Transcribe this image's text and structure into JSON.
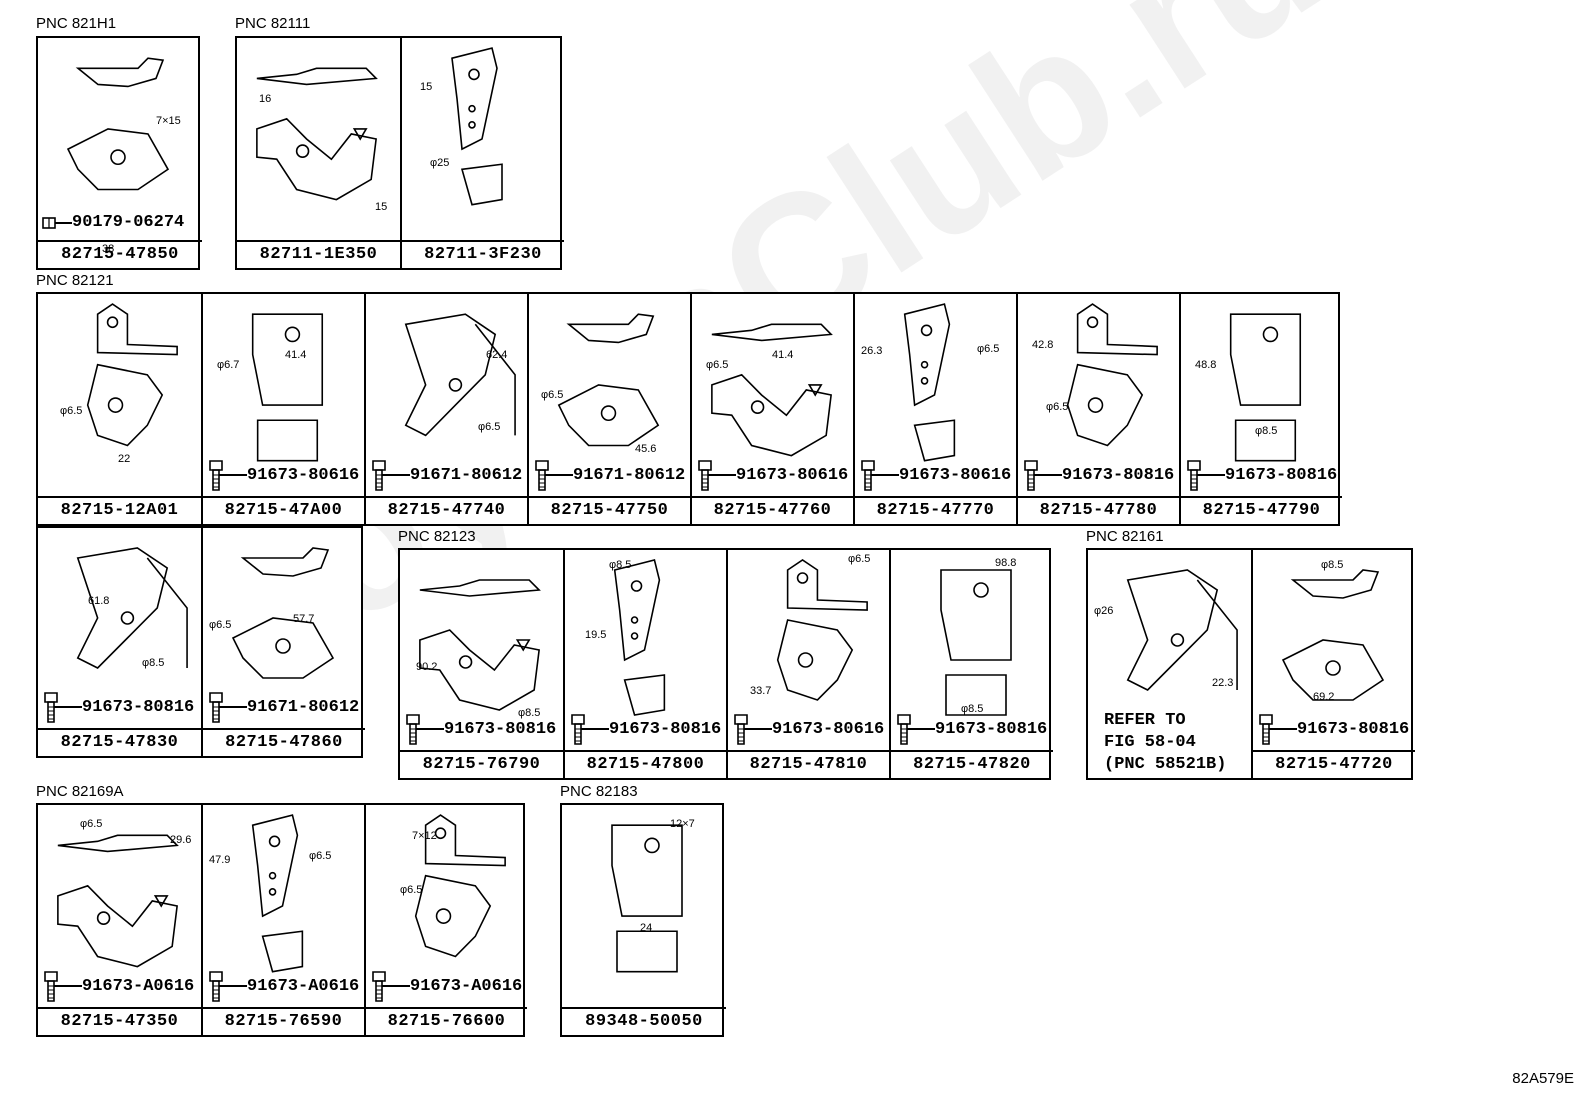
{
  "watermark": "ToyotaClub.ru",
  "figure_code": "82A579E",
  "groups": [
    {
      "id": "g1",
      "pnc": "PNC 821H1",
      "cells": [
        {
          "part": "82715-47850",
          "bolt": "90179-06274",
          "bolt_type": "nut",
          "dims": [
            "7×15",
            "38"
          ]
        }
      ]
    },
    {
      "id": "g2",
      "pnc": "PNC 82111",
      "cells": [
        {
          "part": "82711-1E350",
          "dims": [
            "16",
            "15"
          ]
        },
        {
          "part": "82711-3F230",
          "dims": [
            "15",
            "φ25"
          ]
        }
      ]
    },
    {
      "id": "g3",
      "pnc": "PNC 82121",
      "cells": [
        {
          "part": "82715-12A01",
          "dims": [
            "φ6.5",
            "22"
          ]
        },
        {
          "part": "82715-47A00",
          "bolt": "91673-80616",
          "dims": [
            "φ6.7",
            "41.4"
          ]
        },
        {
          "part": "82715-47740",
          "bolt": "91671-80612",
          "dims": [
            "62.4",
            "φ6.5"
          ]
        },
        {
          "part": "82715-47750",
          "bolt": "91671-80612",
          "dims": [
            "φ6.5",
            "45.6"
          ]
        },
        {
          "part": "82715-47760",
          "bolt": "91673-80616",
          "dims": [
            "φ6.5",
            "41.4"
          ]
        },
        {
          "part": "82715-47770",
          "bolt": "91673-80616",
          "dims": [
            "26.3",
            "φ6.5"
          ]
        },
        {
          "part": "82715-47780",
          "bolt": "91673-80816",
          "dims": [
            "42.8",
            "φ6.5"
          ]
        },
        {
          "part": "82715-47790",
          "bolt": "91673-80816",
          "dims": [
            "48.8",
            "φ8.5"
          ]
        }
      ]
    },
    {
      "id": "g4",
      "pnc": "",
      "cells": [
        {
          "part": "82715-47830",
          "bolt": "91673-80816",
          "dims": [
            "61.8",
            "φ8.5"
          ]
        },
        {
          "part": "82715-47860",
          "bolt": "91671-80612",
          "dims": [
            "φ6.5",
            "57.7"
          ]
        }
      ]
    },
    {
      "id": "g5",
      "pnc": "PNC 82123",
      "cells": [
        {
          "part": "82715-76790",
          "bolt": "91673-80816",
          "dims": [
            "90.2",
            "φ8.5"
          ]
        },
        {
          "part": "82715-47800",
          "bolt": "91673-80816",
          "dims": [
            "φ8.5",
            "19.5"
          ]
        },
        {
          "part": "82715-47810",
          "bolt": "91673-80616",
          "dims": [
            "φ6.5",
            "33.7"
          ]
        },
        {
          "part": "82715-47820",
          "bolt": "91673-80816",
          "dims": [
            "98.8",
            "φ8.5"
          ]
        }
      ]
    },
    {
      "id": "g6",
      "pnc": "PNC 82161",
      "cells": [
        {
          "part": "",
          "refer": "REFER TO\nFIG 58-04\n(PNC 58521B)",
          "dims": [
            "φ26",
            "22.3"
          ]
        },
        {
          "part": "82715-47720",
          "bolt": "91673-80816",
          "dims": [
            "φ8.5",
            "69.2"
          ]
        }
      ]
    },
    {
      "id": "g7",
      "pnc": "PNC 82169A",
      "cells": [
        {
          "part": "82715-47350",
          "bolt": "91673-A0616",
          "dims": [
            "φ6.5",
            "29.6"
          ]
        },
        {
          "part": "82715-76590",
          "bolt": "91673-A0616",
          "dims": [
            "47.9",
            "φ6.5"
          ]
        },
        {
          "part": "82715-76600",
          "bolt": "91673-A0616",
          "dims": [
            "7×12",
            "φ6.5"
          ]
        }
      ]
    },
    {
      "id": "g8",
      "pnc": "PNC 82183",
      "cells": [
        {
          "part": "89348-50050",
          "dims": [
            "12×7",
            "24"
          ]
        }
      ]
    }
  ]
}
